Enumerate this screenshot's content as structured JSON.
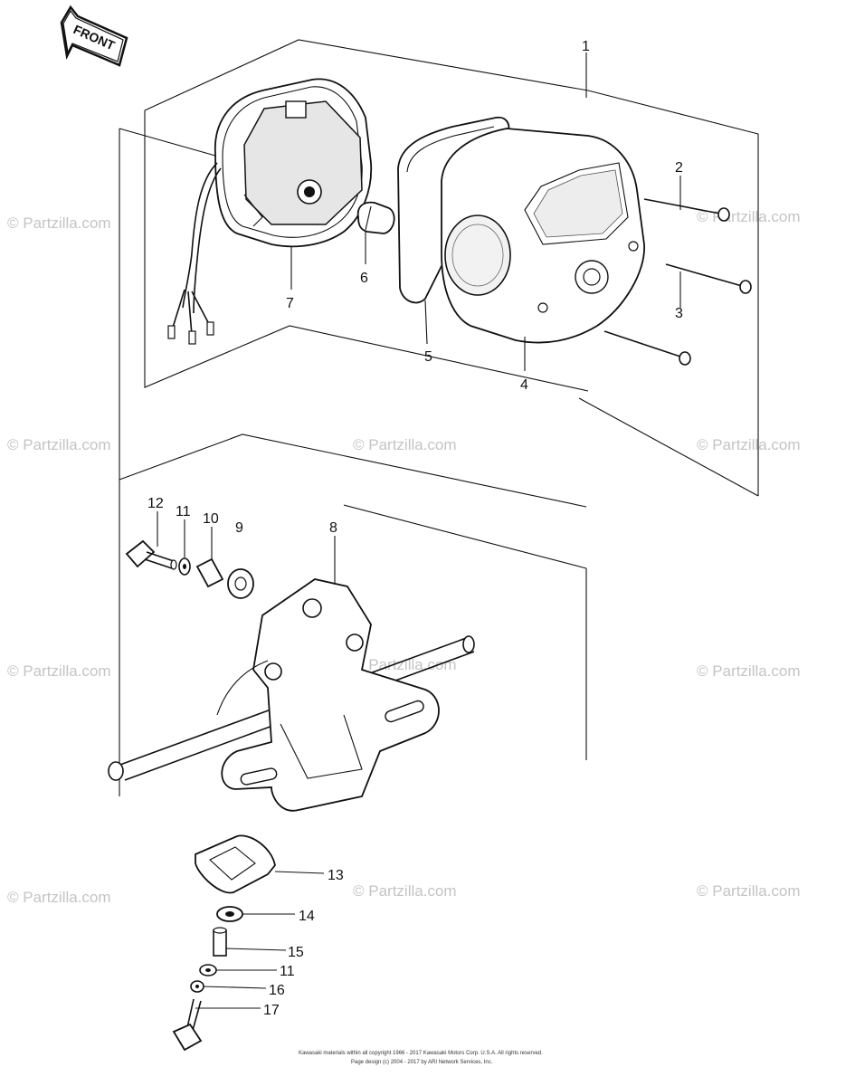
{
  "front_label": "FRONT",
  "watermark": "© Partzilla.com",
  "callouts": [
    "1",
    "2",
    "3",
    "4",
    "5",
    "6",
    "7",
    "8",
    "9",
    "10",
    "11",
    "12",
    "13",
    "14",
    "15",
    "11",
    "16",
    "17"
  ],
  "footer": {
    "line1": "Kawasaki materials within all copyright 1966 - 2017 Kawasaki Motors Corp. U.S.A. All rights reserved.",
    "line2": "Page design (c) 2004 - 2017 by ARI Network Services, Inc."
  }
}
